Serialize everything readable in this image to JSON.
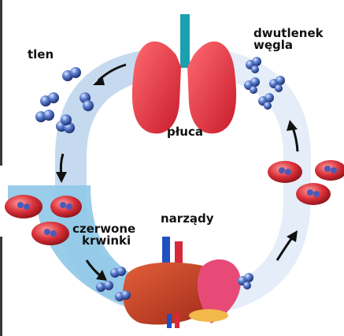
{
  "labels": {
    "oxygen": "tlen",
    "co2_line1": "dwutlenek",
    "co2_line2": "węgla",
    "lungs": "płuca",
    "organs": "narządy",
    "rbc_line1": "czerwone",
    "rbc_line2": "krwinki"
  },
  "colors": {
    "lungs": "#e03040",
    "trachea": "#1aa0b0",
    "oxygen_molecule": "#3a5fb0",
    "co2_molecule": "#4a58b8",
    "red_blood_cell": "#d0303a",
    "liver": "#c8402a",
    "oxygenated_flow": "#8fc8e8",
    "deoxygenated_flow": "#e4ecf8"
  },
  "icons": [
    "lungs-icon",
    "liver-icon",
    "heart-icon",
    "red-blood-cell-icon",
    "oxygen-molecule-icon",
    "co2-molecule-icon",
    "flow-arrow-icon"
  ]
}
